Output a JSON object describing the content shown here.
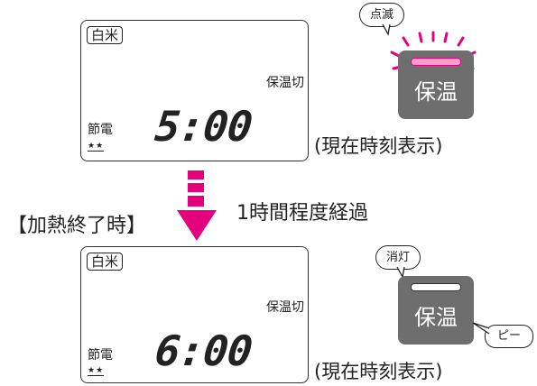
{
  "panel_top": {
    "rice_mode": "白米",
    "keep_warm_off": "保温切",
    "eco_label": "節電",
    "stars": "★★",
    "time": "5:00",
    "status": "(現在時刻表示)"
  },
  "button_top": {
    "label": "保温",
    "callout": "点滅",
    "lamp_color": "#e5007e"
  },
  "transition": {
    "elapsed": "1時間程度経過",
    "end_label": "【加熱終了時】",
    "arrow_color": "#e5007e"
  },
  "panel_bottom": {
    "rice_mode": "白米",
    "keep_warm_off": "保温切",
    "eco_label": "節電",
    "stars": "★★",
    "time": "6:00",
    "status": "(現在時刻表示)"
  },
  "button_bottom": {
    "label": "保温",
    "callout": "消灯",
    "sound": "ピー"
  }
}
